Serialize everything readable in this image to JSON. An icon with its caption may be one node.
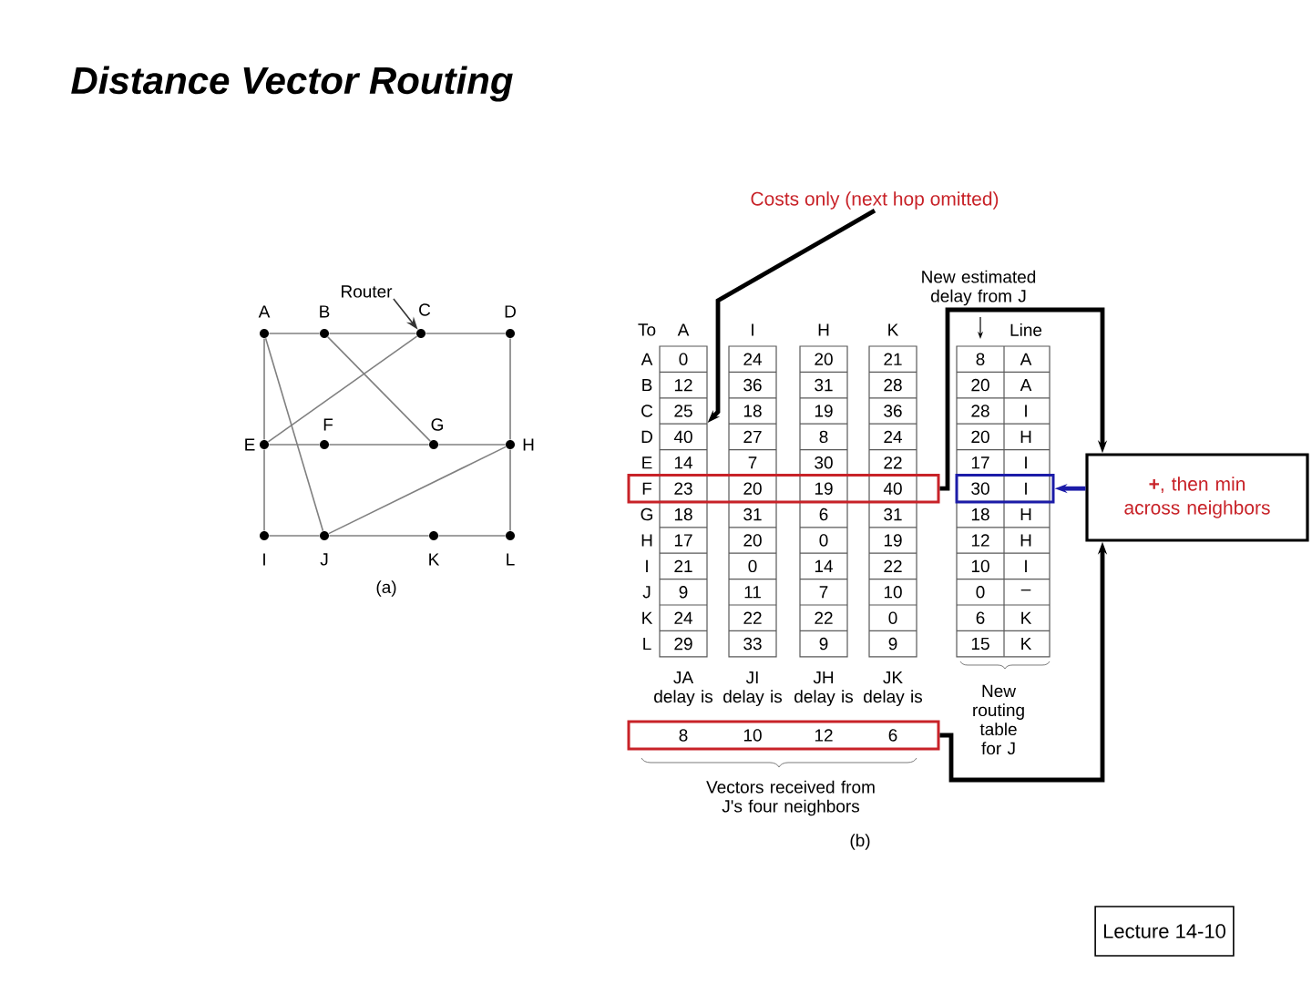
{
  "diagram": {
    "title": "Distance Vector Routing",
    "nodes": [
      {
        "text": [
          "A"
        ]
      },
      {
        "text": [
          "B"
        ]
      },
      {
        "text": [
          "C"
        ]
      },
      {
        "text": [
          "D"
        ]
      },
      {
        "text": [
          "E"
        ]
      },
      {
        "text": [
          "F"
        ]
      },
      {
        "text": [
          "G"
        ]
      },
      {
        "text": [
          "H"
        ]
      },
      {
        "text": [
          "I"
        ]
      },
      {
        "text": [
          "J"
        ]
      },
      {
        "text": [
          "K"
        ]
      },
      {
        "text": [
          "L"
        ]
      },
      {
        "text": [
          "Router"
        ]
      },
      {
        "text": [
          "Costs only (next hop omitted)"
        ]
      },
      {
        "text": [
          "F",
          "23",
          "20",
          "19",
          "40"
        ]
      },
      {
        "text": [
          "30",
          "I"
        ]
      },
      {
        "text": [
          "**+**, then min across neighbors"
        ]
      },
      {
        "text": [
          "8",
          "10",
          "12",
          "6"
        ]
      },
      {
        "text": [
          "Lecture 14-10"
        ]
      },
      {
        "text": [],
        "shape": "box"
      },
      {
        "text": [],
        "shape": "box"
      },
      {
        "text": [],
        "shape": "box"
      },
      {
        "text": [],
        "shape": "box"
      }
    ],
    "edges": [
      {
        "from": 0,
        "to": 1,
        "arrow": "none"
      },
      {
        "from": 1,
        "to": 2,
        "arrow": "none"
      },
      {
        "from": 2,
        "to": 3,
        "arrow": "none"
      },
      {
        "from": 0,
        "to": 4,
        "arrow": "none"
      },
      {
        "from": 0,
        "to": 9,
        "arrow": "none"
      },
      {
        "from": 1,
        "to": 6,
        "arrow": "none"
      },
      {
        "from": 2,
        "to": 4,
        "arrow": "none"
      },
      {
        "from": 3,
        "to": 7,
        "arrow": "none"
      },
      {
        "from": 4,
        "to": 5,
        "arrow": "none"
      },
      {
        "from": 5,
        "to": 6,
        "arrow": "none"
      },
      {
        "from": 6,
        "to": 7,
        "arrow": "none"
      },
      {
        "from": 4,
        "to": 8,
        "arrow": "none"
      },
      {
        "from": 9,
        "to": 7,
        "arrow": "none"
      },
      {
        "from": 8,
        "to": 9,
        "arrow": "none"
      },
      {
        "from": 9,
        "to": 10,
        "arrow": "none"
      },
      {
        "from": 10,
        "to": 11,
        "arrow": "none"
      },
      {
        "from": 7,
        "to": 11,
        "arrow": "none"
      },
      {
        "from": 12,
        "to": 2,
        "arrow": "to",
        "color": "#333333"
      },
      {
        "from": 13,
        "to": 19,
        "arrow": "to",
        "style": "thick",
        "color": "#000000"
      },
      {
        "from": 14,
        "to": 16,
        "arrow": "to",
        "style": "thick",
        "color": "#000000"
      },
      {
        "from": 17,
        "to": 16,
        "arrow": "to",
        "style": "thick",
        "color": "#000000"
      },
      {
        "from": 16,
        "to": 15,
        "arrow": "to",
        "style": "thick",
        "color": "#1c1ca8"
      }
    ],
    "labels": [
      "New estimated delay from J",
      "To",
      "A",
      "I",
      "H",
      "K",
      "Line",
      "A",
      "0",
      "24",
      "20",
      "21",
      "8",
      "A",
      "B",
      "12",
      "36",
      "31",
      "28",
      "20",
      "A",
      "C",
      "25",
      "18",
      "19",
      "36",
      "28",
      "I",
      "D",
      "40",
      "27",
      "8",
      "24",
      "20",
      "H",
      "E",
      "14",
      "7",
      "30",
      "22",
      "17",
      "I",
      "G",
      "18",
      "31",
      "6",
      "31",
      "18",
      "H",
      "H",
      "17",
      "20",
      "0",
      "19",
      "12",
      "H",
      "I",
      "21",
      "0",
      "14",
      "22",
      "10",
      "I",
      "J",
      "9",
      "11",
      "7",
      "10",
      "0",
      "–",
      "K",
      "24",
      "22",
      "22",
      "0",
      "6",
      "K",
      "L",
      "29",
      "33",
      "9",
      "9",
      "15",
      "K",
      "JA delay is",
      "JI delay is",
      "JH delay is",
      "JK delay is",
      "New routing table for J",
      "Vectors received from J's four neighbors",
      "(a)",
      "(b)"
    ]
  }
}
